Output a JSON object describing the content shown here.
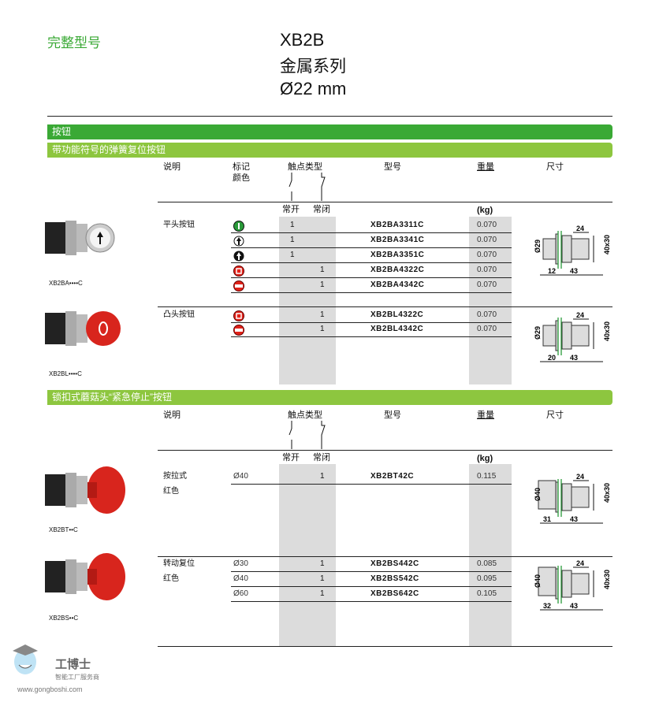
{
  "header": {
    "category": "完整型号",
    "series": "XB2B",
    "material": "金属系列",
    "diameter": "Ø22 mm"
  },
  "section1": {
    "title": "按钮",
    "subtitle": "带功能符号的弹簧复位按钮",
    "columns": {
      "desc": "说明",
      "marking": "标记\n颜色",
      "contact": "触点类型",
      "no": "常开",
      "nc": "常闭",
      "model": "型号",
      "weight": "重量",
      "unit": "(kg)",
      "dims": "尺寸"
    },
    "groups": [
      {
        "desc": "平头按钮",
        "image_caption": "XB2BA••••C",
        "rows": [
          {
            "symbol": "green-start-icon",
            "no": "1",
            "nc": "",
            "model": "XB2BA3311C",
            "weight": "0.070"
          },
          {
            "symbol": "white-arrow-up-icon",
            "no": "1",
            "nc": "",
            "model": "XB2BA3341C",
            "weight": "0.070"
          },
          {
            "symbol": "black-arrow-up-icon",
            "no": "1",
            "nc": "",
            "model": "XB2BA3351C",
            "weight": "0.070"
          },
          {
            "symbol": "red-stop-icon",
            "no": "",
            "nc": "1",
            "model": "XB2BA4322C",
            "weight": "0.070"
          },
          {
            "symbol": "red-bar-icon",
            "no": "",
            "nc": "1",
            "model": "XB2BA4342C",
            "weight": "0.070"
          }
        ],
        "dims": {
          "d": "Ø29",
          "a": "24",
          "b": "40x30",
          "c": "12",
          "e": "43"
        }
      },
      {
        "desc": "凸头按钮",
        "image_caption": "XB2BL••••C",
        "rows": [
          {
            "symbol": "red-stop-icon",
            "no": "",
            "nc": "1",
            "model": "XB2BL4322C",
            "weight": "0.070"
          },
          {
            "symbol": "red-bar-icon",
            "no": "",
            "nc": "1",
            "model": "XB2BL4342C",
            "weight": "0.070"
          }
        ],
        "dims": {
          "d": "Ø29",
          "a": "24",
          "b": "40x30",
          "c": "20",
          "e": "43"
        }
      }
    ]
  },
  "section2": {
    "subtitle": "锁扣式蘑菇头“紧急停止”按钮",
    "columns": {
      "desc": "说明",
      "contact": "触点类型",
      "no": "常开",
      "nc": "常闭",
      "model": "型号",
      "weight": "重量",
      "unit": "(kg)",
      "dims": "尺寸"
    },
    "groups": [
      {
        "desc": "按拉式",
        "color": "红色",
        "image_caption": "XB2BT••C",
        "rows": [
          {
            "size": "Ø40",
            "nc": "1",
            "model": "XB2BT42C",
            "weight": "0.115"
          }
        ],
        "dims": {
          "d": "Ø40",
          "a": "24",
          "b": "40x30",
          "c": "31",
          "e": "43"
        }
      },
      {
        "desc": "转动复位",
        "color": "红色",
        "image_caption": "XB2BS••C",
        "rows": [
          {
            "size": "Ø30",
            "nc": "1",
            "model": "XB2BS442C",
            "weight": "0.085"
          },
          {
            "size": "Ø40",
            "nc": "1",
            "model": "XB2BS542C",
            "weight": "0.095"
          },
          {
            "size": "Ø60",
            "nc": "1",
            "model": "XB2BS642C",
            "weight": "0.105"
          }
        ],
        "dims": {
          "d": "Ø40",
          "a": "24",
          "b": "40x30",
          "c": "32",
          "e": "43"
        }
      }
    ]
  },
  "watermark": {
    "brand": "工博士",
    "tagline": "智能工厂服务商",
    "url": "www.gongboshi.com"
  },
  "colors": {
    "green": "#3aa935",
    "light_green": "#8dc63f",
    "gray": "#dcdcdc",
    "red": "#e2231a"
  }
}
